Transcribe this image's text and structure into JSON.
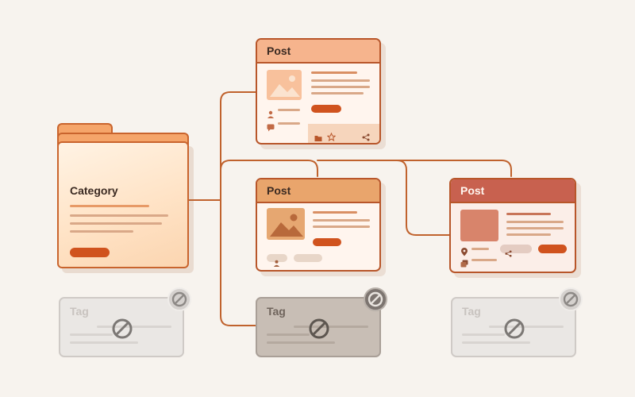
{
  "category": {
    "title": "Category"
  },
  "posts": [
    {
      "title": "Post"
    },
    {
      "title": "Post"
    },
    {
      "title": "Post"
    }
  ],
  "tags": [
    {
      "label": "Tag",
      "state": "disabled"
    },
    {
      "label": "Tag",
      "state": "disabled"
    },
    {
      "label": "Tag",
      "state": "disabled"
    }
  ],
  "colors": {
    "connector": "#c0622d",
    "accent": "#d0531e",
    "post_header_1": "#f6b48d",
    "post_header_2": "#e9a56c",
    "post_header_3": "#c8614f",
    "tag_disabled": "#eae7e4",
    "tag_dark": "#c8beb5"
  },
  "icons": [
    "user-icon",
    "comment-icon",
    "folder-icon",
    "star-icon",
    "share-icon",
    "location-pin-icon",
    "gallery-icon",
    "ban-icon",
    "image-icon"
  ]
}
